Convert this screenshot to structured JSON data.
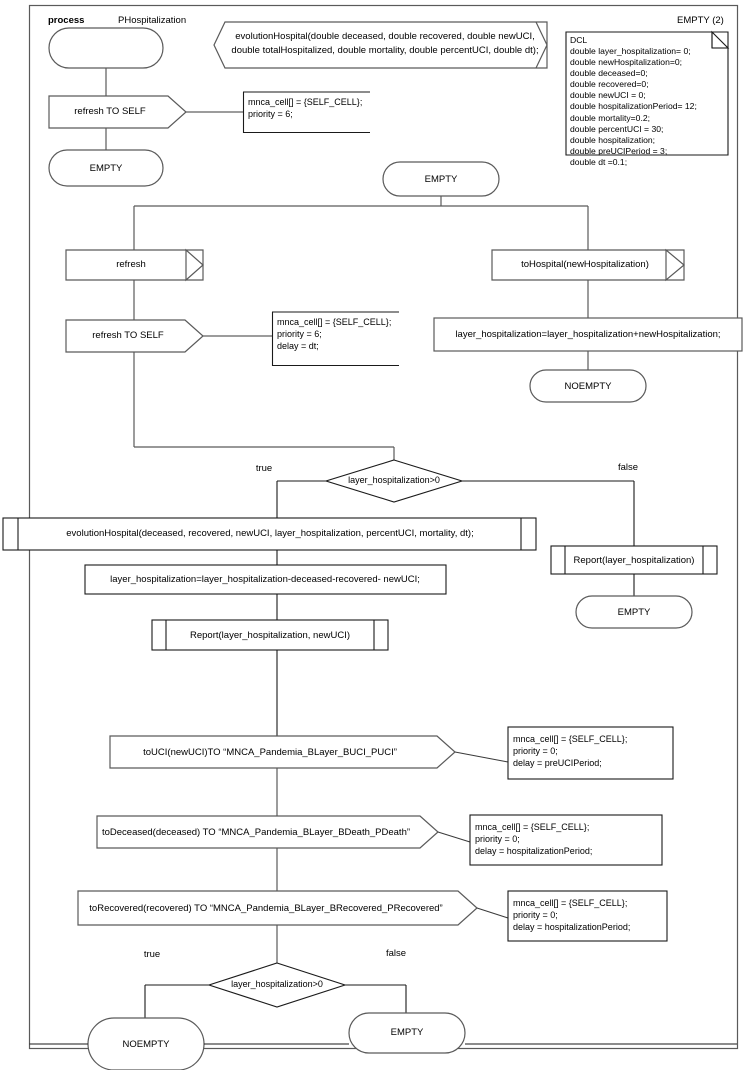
{
  "diagram": {
    "type": "flowchart",
    "frame_label_left": "process",
    "frame_label_right": "PHospitalization",
    "top_right_label": "EMPTY (2)",
    "procedure_signature": {
      "line1": "evolutionHospital(double deceased, double recovered, double newUCI,",
      "line2": "double totalHospitalized, double mortality, double percentUCI, double dt);"
    },
    "declaration_block": {
      "title": "DCL",
      "lines": [
        "double layer_hospitalization= 0;",
        "double newHospitalization=0;",
        "double deceased=0;",
        "double recovered=0;",
        "double newUCI = 0;",
        "double hospitalizationPeriod= 12;",
        "double mortality=0.2;",
        "double percentUCI = 30;",
        "double hospitalization;",
        "double preUCIPeriod = 3;",
        "double dt =0.1;"
      ]
    },
    "states": {
      "start_empty": "EMPTY",
      "state_empty_main": "EMPTY",
      "noempty_hospital": "NOEMPTY",
      "empty_report": "EMPTY",
      "noempty_bottom": "NOEMPTY",
      "empty_bottom": "EMPTY"
    },
    "signals": {
      "refresh_to_self_top": "refresh TO SELF",
      "refresh_input": "refresh",
      "refresh_to_self_mid": "refresh TO SELF",
      "to_hospital": "toHospital(newHospitalization)",
      "to_uci": "toUCI(newUCI)TO “MNCA_Pandemia_BLayer_BUCI_PUCI”",
      "to_deceased": "toDeceased(deceased) TO “MNCA_Pandemia_BLayer_BDeath_PDeath”",
      "to_recovered": "toRecovered(recovered) TO “MNCA_Pandemia_BLayer_BRecovered_PRecovered”"
    },
    "tasks": {
      "add_hospitalization": "layer_hospitalization=layer_hospitalization+newHospitalization;",
      "subtract": "layer_hospitalization=layer_hospitalization-deceased-recovered- newUCI;"
    },
    "procedures": {
      "evolution_call": "evolutionHospital(deceased, recovered, newUCI, layer_hospitalization, percentUCI, mortality, dt);",
      "report_two": "Report(layer_hospitalization, newUCI)",
      "report_one": "Report(layer_hospitalization)"
    },
    "decisions": {
      "decision_mid": "layer_hospitalization>0",
      "decision_bottom": "layer_hospitalization>0"
    },
    "branch_labels": {
      "mid_true": "true",
      "mid_false": "false",
      "bottom_true": "true",
      "bottom_false": "false"
    },
    "notes": {
      "note_top": {
        "lines": [
          "mnca_cell[] = {SELF_CELL};",
          "priority = 6;"
        ]
      },
      "note_mid": {
        "lines": [
          "mnca_cell[] = {SELF_CELL};",
          "priority = 6;",
          "delay = dt;"
        ]
      },
      "note_uci": {
        "lines": [
          "mnca_cell[] = {SELF_CELL};",
          "priority = 0;",
          "delay = preUCIPeriod;"
        ]
      },
      "note_deceased": {
        "lines": [
          "mnca_cell[] = {SELF_CELL};",
          "priority = 0;",
          "delay = hospitalizationPeriod;"
        ]
      },
      "note_recovered": {
        "lines": [
          "mnca_cell[] = {SELF_CELL};",
          "priority = 0;",
          "delay = hospitalizationPeriod;"
        ]
      }
    },
    "colors": {
      "stroke": "#3f3f3f",
      "stroke_dark": "#000000",
      "background": "#ffffff",
      "text": "#000000"
    }
  }
}
